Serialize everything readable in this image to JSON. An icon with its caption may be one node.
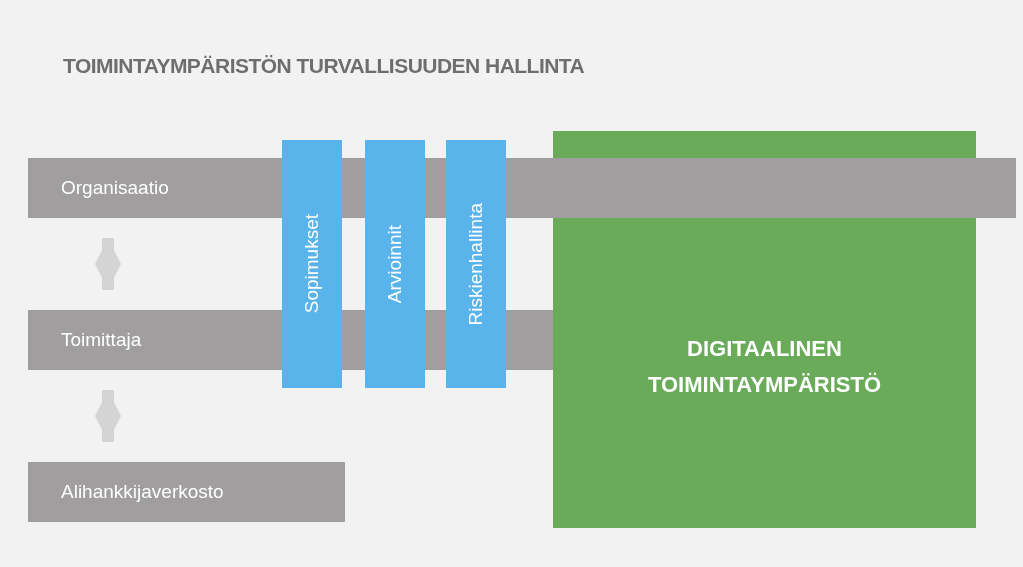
{
  "diagram": {
    "title": "TOIMINTAYMPÄRISTÖN TURVALLISUUDEN HALLINTA",
    "nodes": [
      {
        "text": [
          "Organisaatio"
        ]
      },
      {
        "text": [
          "Toimittaja"
        ]
      },
      {
        "text": [
          "Alihankkijaverkosto"
        ]
      },
      {
        "text": [
          "Sopimukset"
        ]
      },
      {
        "text": [
          "Arvioinnit"
        ]
      },
      {
        "text": [
          "Riskienhallinta"
        ]
      },
      {
        "text": [
          "DIGITAALINEN TOIMINTAYMPÄRISTÖ"
        ]
      }
    ],
    "edges": [
      {
        "from": 0,
        "to": 1,
        "arrow": "both"
      },
      {
        "from": 1,
        "to": 2,
        "arrow": "both"
      }
    ]
  }
}
